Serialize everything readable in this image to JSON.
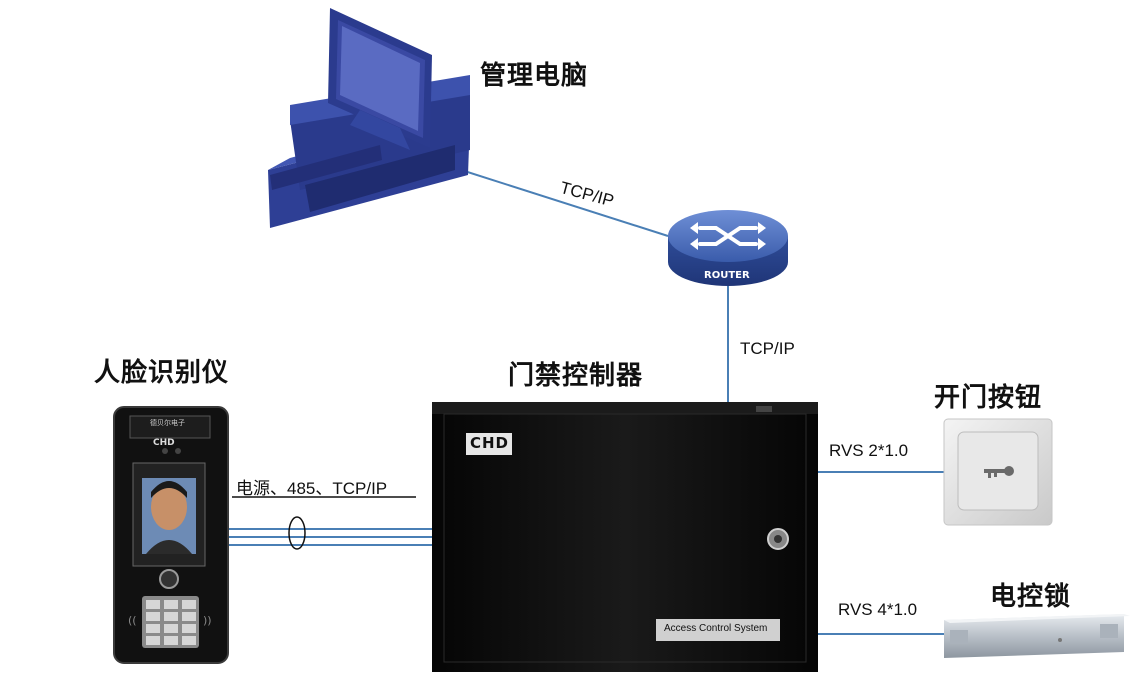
{
  "labels": {
    "pc": "管理电脑",
    "face_device": "人脸识别仪",
    "controller": "门禁控制器",
    "exit_button": "开门按钮",
    "lock": "电控锁"
  },
  "connections": {
    "pc_router": "TCP/IP",
    "router_controller": "TCP/IP",
    "face_controller": "电源、485、TCP/IP",
    "button_cable": "RVS 2*1.0",
    "lock_cable": "RVS 4*1.0"
  },
  "devices": {
    "router_text": "ROUTER",
    "controller_brand": "CHD",
    "controller_plate": "Access Control System",
    "face_brand": "CHD",
    "face_screen_title": "德贝尔电子"
  },
  "colors": {
    "link_line": "#4a7fb5",
    "router": "#3f63b3",
    "pc": "#2c3a8a",
    "controller": "#0b0b0b"
  }
}
